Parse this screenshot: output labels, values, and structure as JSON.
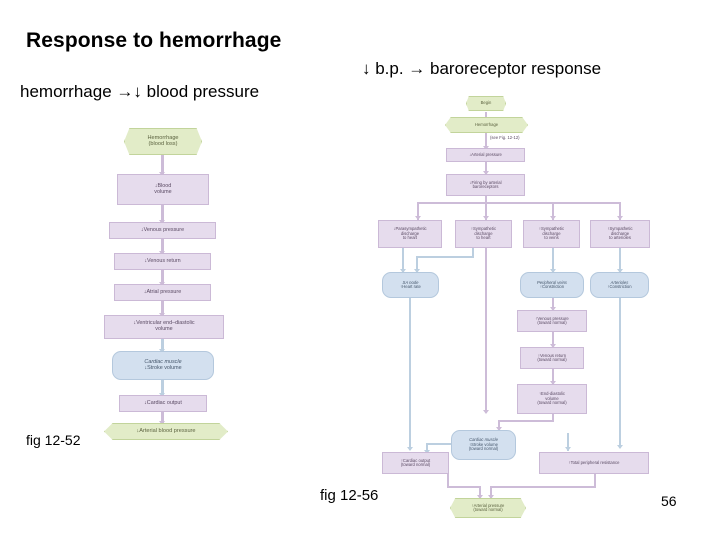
{
  "slide": {
    "title": "Response to hemorrhage",
    "subtitle_left": "hemorrhage →↓ blood pressure",
    "subtitle_right": "↓ b.p. → baroreceptor response",
    "caption_left": "fig 12-52",
    "caption_right": "fig 12-56",
    "page_number": "56"
  },
  "colors": {
    "box_purple_fill": "#e6dced",
    "box_purple_border": "#cbb9d6",
    "box_blue_fill": "#d3e0ef",
    "box_blue_border": "#b4c8dd",
    "hex_green_fill": "#e2ecc8",
    "hex_green_border": "#c2d49b",
    "connector_purple": "#cdbcd8",
    "connector_blue": "#bccfe0",
    "text_purple": "#5a4a63",
    "text_blue": "#45566b",
    "background": "#ffffff"
  },
  "figure_left": {
    "name": "fig 12-52",
    "nodes": [
      {
        "id": "l0",
        "shape": "hexagon",
        "line1": "Hemorrhage",
        "line2": "(blood loss)"
      },
      {
        "id": "l1",
        "shape": "rect",
        "line1": "↓Blood",
        "line2": "volume"
      },
      {
        "id": "l2",
        "shape": "rect",
        "line1": "↓Venous pressure",
        "line2": ""
      },
      {
        "id": "l3",
        "shape": "rect",
        "line1": "↓Venous return",
        "line2": ""
      },
      {
        "id": "l4",
        "shape": "rect",
        "line1": "↓Atrial pressure",
        "line2": ""
      },
      {
        "id": "l5",
        "shape": "rect",
        "line1": "↓Ventricular end–diastolic",
        "line2": "volume"
      },
      {
        "id": "l6",
        "shape": "round",
        "line1": "Cardiac muscle",
        "line2": "↓Stroke volume"
      },
      {
        "id": "l7",
        "shape": "rect",
        "line1": "↓Cardiac output",
        "line2": ""
      },
      {
        "id": "l8",
        "shape": "hexagon",
        "line1": "↓Arterial blood pressure",
        "line2": ""
      }
    ]
  },
  "figure_right": {
    "name": "fig 12-56",
    "note": "(see Fig. 12-12)",
    "nodes": [
      {
        "id": "r0",
        "shape": "plain",
        "line1": "Begin",
        "line2": "",
        "line3": ""
      },
      {
        "id": "r1",
        "shape": "hexagon",
        "line1": "Hemorrhage",
        "line2": "",
        "line3": ""
      },
      {
        "id": "r2",
        "shape": "rect",
        "line1": "↓Arterial pressure",
        "line2": "",
        "line3": ""
      },
      {
        "id": "r3",
        "shape": "rect",
        "line1": "↓Firing by arterial",
        "line2": "baroreceptors",
        "line3": ""
      },
      {
        "id": "r4",
        "shape": "rect",
        "line1": "↓Parasympathetic",
        "line2": "discharge",
        "line3": "to heart"
      },
      {
        "id": "r5",
        "shape": "rect",
        "line1": "↑Sympathetic",
        "line2": "discharge",
        "line3": "to heart"
      },
      {
        "id": "r6",
        "shape": "rect",
        "line1": "↑Sympathetic",
        "line2": "discharge",
        "line3": "to veins"
      },
      {
        "id": "r7",
        "shape": "rect",
        "line1": "↑Sympathetic",
        "line2": "discharge",
        "line3": "to arterioles"
      },
      {
        "id": "r8",
        "shape": "round",
        "line1": "SA node",
        "line2": "↑Heart rate",
        "line3": ""
      },
      {
        "id": "r9",
        "shape": "round",
        "line1": "Peripheral veins",
        "line2": "↑Constriction",
        "line3": ""
      },
      {
        "id": "r10",
        "shape": "round",
        "line1": "Arterioles",
        "line2": "↑Constriction",
        "line3": ""
      },
      {
        "id": "r11",
        "shape": "rect",
        "line1": "↑Venous pressure",
        "line2": "(toward normal)",
        "line3": ""
      },
      {
        "id": "r12",
        "shape": "rect",
        "line1": "↑Venous return",
        "line2": "(toward normal)",
        "line3": ""
      },
      {
        "id": "r13",
        "shape": "rect",
        "line1": "↑End-diastolic",
        "line2": "volume",
        "line3": "(toward normal)"
      },
      {
        "id": "r14",
        "shape": "round",
        "line1": "Cardiac muscle",
        "line2": "↑Stroke volume",
        "line3": "(toward normal)"
      },
      {
        "id": "r15",
        "shape": "rect",
        "line1": "↑Cardiac output",
        "line2": "(toward normal)",
        "line3": ""
      },
      {
        "id": "r16",
        "shape": "rect",
        "line1": "↑Total peripheral resistance",
        "line2": "",
        "line3": ""
      },
      {
        "id": "r17",
        "shape": "hexagon",
        "line1": "↑Arterial pressure",
        "line2": "(toward normal)",
        "line3": ""
      }
    ]
  }
}
